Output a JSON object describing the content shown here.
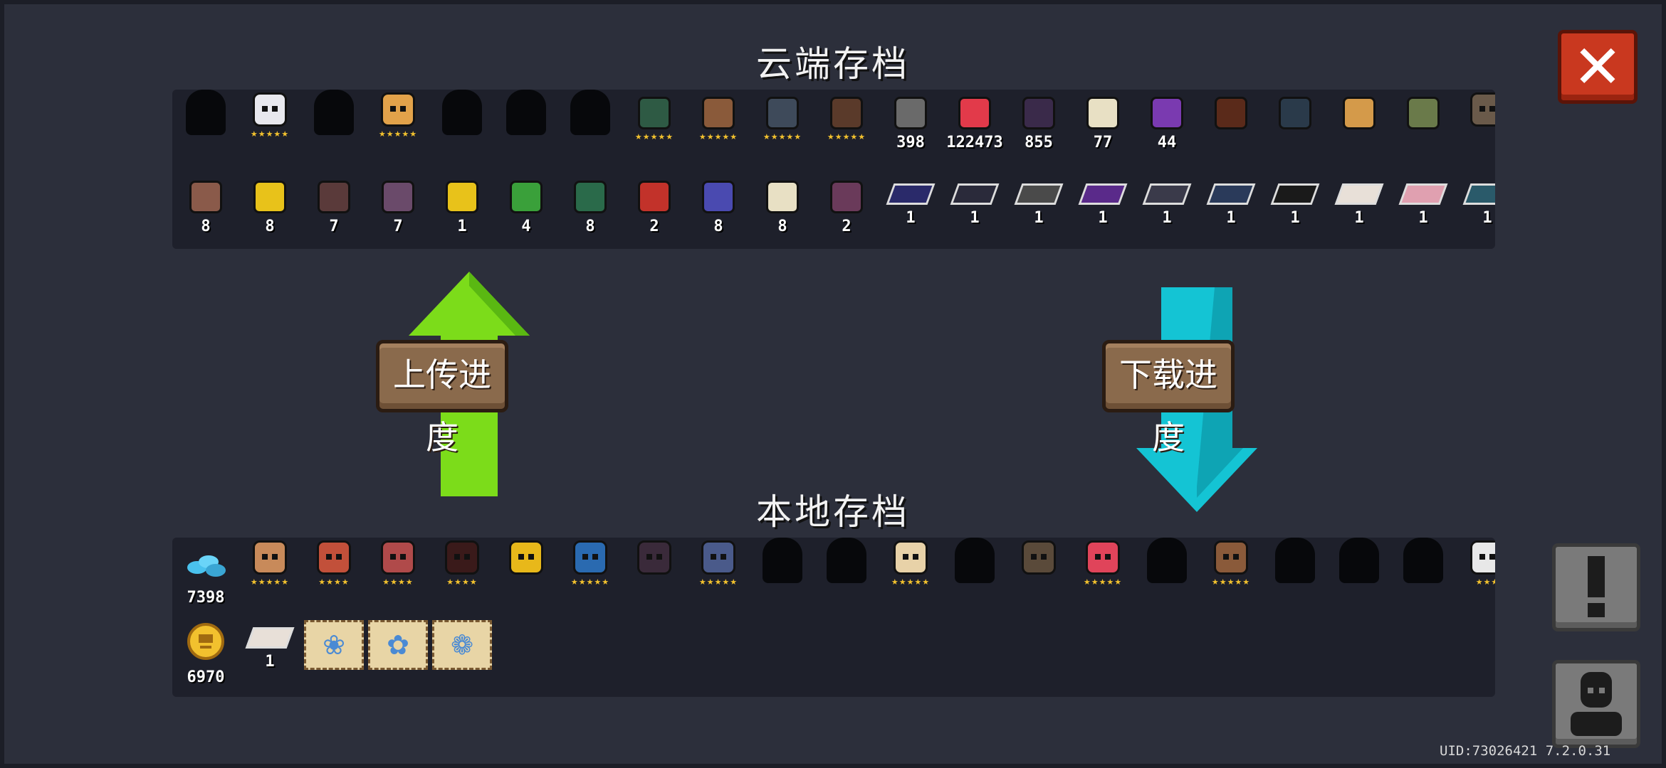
{
  "cloud_title": "云端存档",
  "local_title": "本地存档",
  "upload_label": "上传进度",
  "download_label": "下载进度",
  "close_label": "✕",
  "uid_text": "UID:73026421 7.2.0.31",
  "colors": {
    "upload_arrow": "#7cdc1a",
    "download_arrow": "#14c4d4",
    "close": "#c9381f"
  },
  "cloud_row1": [
    {
      "kind": "sil",
      "qty": "",
      "stars": ""
    },
    {
      "kind": "char",
      "qty": "",
      "stars": "★★★★★",
      "color": "#e8e8ee"
    },
    {
      "kind": "sil",
      "qty": "",
      "stars": ""
    },
    {
      "kind": "char",
      "qty": "",
      "stars": "★★★★★",
      "color": "#e2a24a"
    },
    {
      "kind": "sil",
      "qty": "",
      "stars": ""
    },
    {
      "kind": "sil",
      "qty": "",
      "stars": ""
    },
    {
      "kind": "sil",
      "qty": "",
      "stars": ""
    },
    {
      "kind": "item",
      "qty": "",
      "stars": "★★★★★",
      "color": "#2e5a44"
    },
    {
      "kind": "item",
      "qty": "",
      "stars": "★★★★★",
      "color": "#8a5a3a"
    },
    {
      "kind": "item",
      "qty": "",
      "stars": "★★★★★",
      "color": "#3e4a5a"
    },
    {
      "kind": "item",
      "qty": "",
      "stars": "★★★★★",
      "color": "#5a3a2a"
    },
    {
      "kind": "item",
      "qty": "398",
      "stars": "",
      "color": "#6a6a6a"
    },
    {
      "kind": "item",
      "qty": "122473",
      "stars": "",
      "color": "#e23a4a"
    },
    {
      "kind": "item",
      "qty": "855",
      "stars": "",
      "color": "#3a2a4a"
    },
    {
      "kind": "item",
      "qty": "77",
      "stars": "",
      "color": "#e8e0c4"
    },
    {
      "kind": "item",
      "qty": "44",
      "stars": "",
      "color": "#7a3ab0"
    },
    {
      "kind": "item",
      "qty": "",
      "stars": "",
      "color": "#5a2a1a"
    },
    {
      "kind": "item",
      "qty": "",
      "stars": "",
      "color": "#2a3a4a"
    },
    {
      "kind": "item",
      "qty": "",
      "stars": "",
      "color": "#d49a4a"
    },
    {
      "kind": "item",
      "qty": "",
      "stars": "",
      "color": "#6a7a4a"
    },
    {
      "kind": "char",
      "qty": "",
      "stars": "",
      "color": "#6a5a4a"
    }
  ],
  "cloud_row2": [
    {
      "kind": "item",
      "qty": "8",
      "color": "#8a5a4a"
    },
    {
      "kind": "item",
      "qty": "8",
      "color": "#e8c21a"
    },
    {
      "kind": "item",
      "qty": "7",
      "color": "#5a3a3a"
    },
    {
      "kind": "item",
      "qty": "7",
      "color": "#6a4a6a"
    },
    {
      "kind": "item",
      "qty": "1",
      "color": "#e8c21a"
    },
    {
      "kind": "item",
      "qty": "4",
      "color": "#3aa03a"
    },
    {
      "kind": "item",
      "qty": "8",
      "color": "#2a6a4a"
    },
    {
      "kind": "item",
      "qty": "2",
      "color": "#c2322a"
    },
    {
      "kind": "item",
      "qty": "8",
      "color": "#4a4ab0"
    },
    {
      "kind": "item",
      "qty": "8",
      "color": "#e8e0c4"
    },
    {
      "kind": "item",
      "qty": "2",
      "color": "#6a3a5a"
    },
    {
      "kind": "ticket",
      "qty": "1",
      "color": "#2a2a6a"
    },
    {
      "kind": "ticket",
      "qty": "1",
      "color": "#2a2a3a"
    },
    {
      "kind": "ticket",
      "qty": "1",
      "color": "#4a4a4a"
    },
    {
      "kind": "ticket",
      "qty": "1",
      "color": "#5a2a8a"
    },
    {
      "kind": "ticket",
      "qty": "1",
      "color": "#3a3a4a"
    },
    {
      "kind": "ticket",
      "qty": "1",
      "color": "#2a3a5a"
    },
    {
      "kind": "ticket",
      "qty": "1",
      "color": "#1a1a1a"
    },
    {
      "kind": "ticket",
      "qty": "1",
      "color": "#e8e0d8"
    },
    {
      "kind": "ticket",
      "qty": "1",
      "color": "#e0a0b0"
    },
    {
      "kind": "ticket",
      "qty": "1",
      "color": "#2a5a6a"
    }
  ],
  "local_row1": [
    {
      "kind": "gems",
      "qty": "7398",
      "stars": ""
    },
    {
      "kind": "char",
      "qty": "",
      "stars": "★★★★★",
      "color": "#c88a5a"
    },
    {
      "kind": "char",
      "qty": "",
      "stars": "★★★★",
      "color": "#c2503a"
    },
    {
      "kind": "char",
      "qty": "",
      "stars": "★★★★",
      "color": "#b04a4a"
    },
    {
      "kind": "char",
      "qty": "",
      "stars": "★★★★",
      "color": "#3a1a1a"
    },
    {
      "kind": "char",
      "qty": "",
      "stars": "",
      "color": "#e8b81a"
    },
    {
      "kind": "char",
      "qty": "",
      "stars": "★★★★★",
      "color": "#2a6ab0"
    },
    {
      "kind": "char",
      "qty": "",
      "stars": "",
      "color": "#3a2a3a"
    },
    {
      "kind": "char",
      "qty": "",
      "stars": "★★★★★",
      "color": "#4a5a8a"
    },
    {
      "kind": "sil",
      "qty": "",
      "stars": ""
    },
    {
      "kind": "sil",
      "qty": "",
      "stars": ""
    },
    {
      "kind": "char",
      "qty": "",
      "stars": "★★★★★",
      "color": "#e8d2a8"
    },
    {
      "kind": "sil",
      "qty": "",
      "stars": ""
    },
    {
      "kind": "char",
      "qty": "",
      "stars": "",
      "color": "#5a4a3a"
    },
    {
      "kind": "char",
      "qty": "",
      "stars": "★★★★★",
      "color": "#e0445a"
    },
    {
      "kind": "sil",
      "qty": "",
      "stars": ""
    },
    {
      "kind": "char",
      "qty": "",
      "stars": "★★★★★",
      "color": "#8a5a3a"
    },
    {
      "kind": "sil",
      "qty": "",
      "stars": ""
    },
    {
      "kind": "sil",
      "qty": "",
      "stars": ""
    },
    {
      "kind": "sil",
      "qty": "",
      "stars": ""
    },
    {
      "kind": "char",
      "qty": "",
      "stars": "★★★",
      "color": "#e8e8e8"
    }
  ],
  "local_row2": [
    {
      "kind": "coin",
      "qty": "6970"
    },
    {
      "kind": "ticket",
      "qty": "1",
      "color": "#e8e0d8"
    },
    {
      "kind": "seed",
      "qty": "",
      "icon": "❀"
    },
    {
      "kind": "seed",
      "qty": "",
      "icon": "✿"
    },
    {
      "kind": "seed",
      "qty": "",
      "icon": "❁"
    }
  ]
}
